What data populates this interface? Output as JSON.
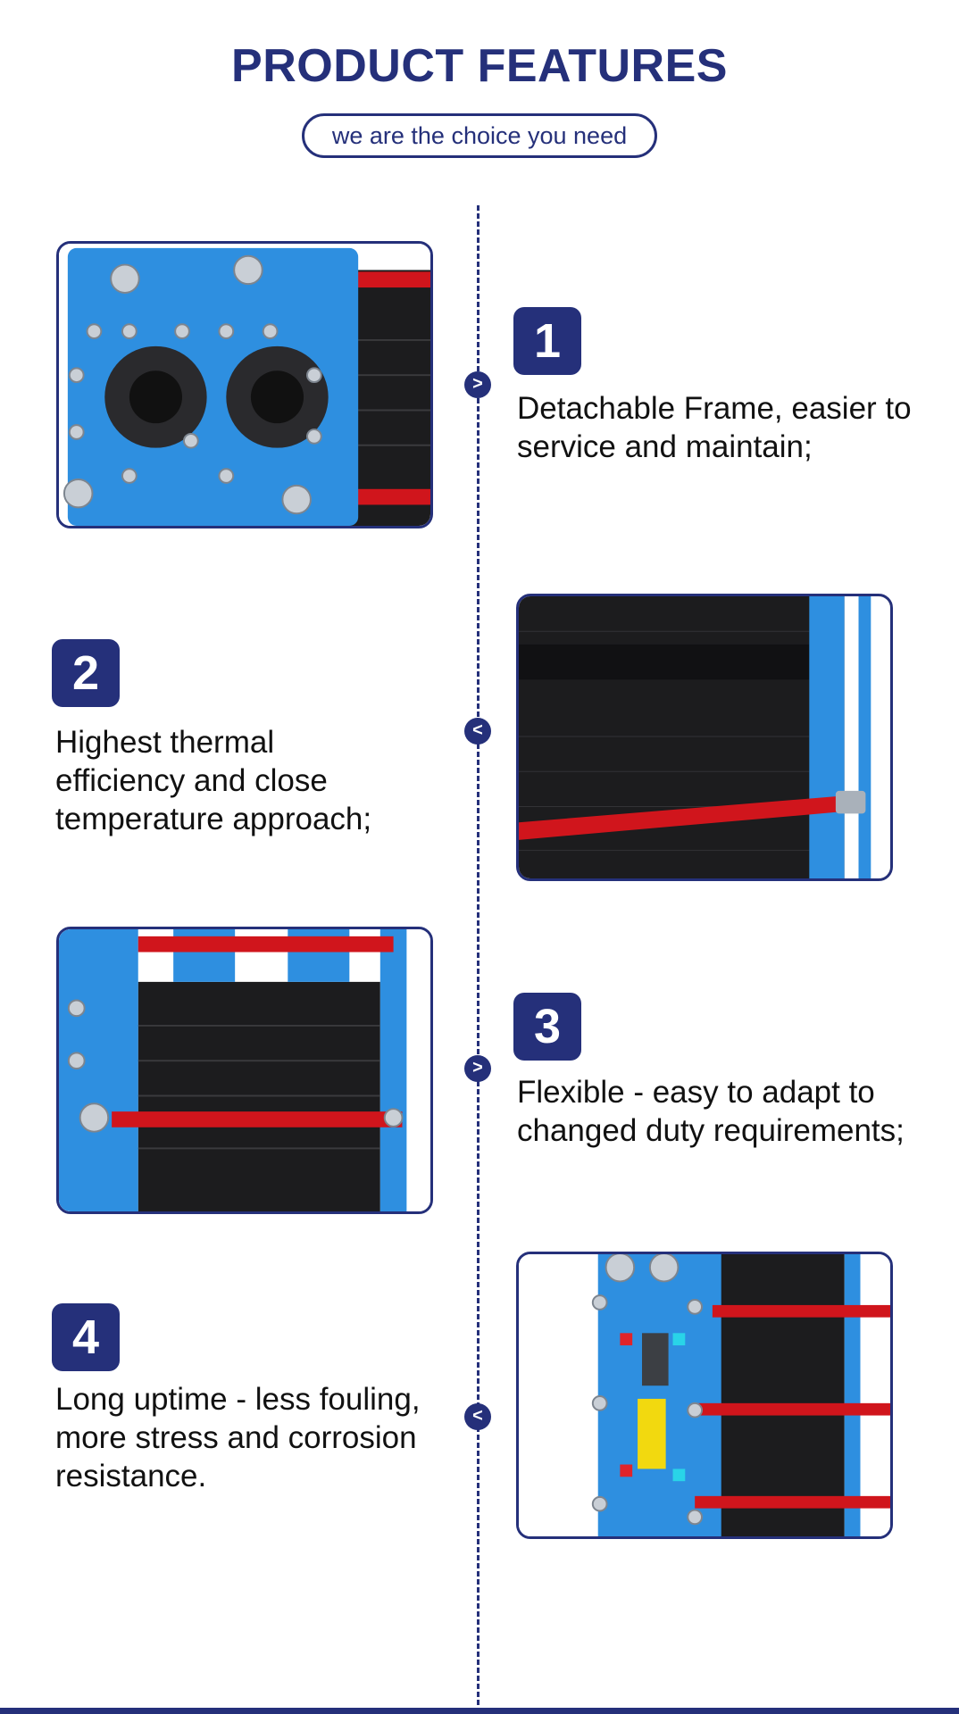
{
  "header": {
    "title": "PRODUCT FEATURES",
    "subtitle": "we are the choice you need"
  },
  "features": [
    {
      "number": "1",
      "text": "Detachable Frame, easier to service and maintain;",
      "arrow": ">"
    },
    {
      "number": "2",
      "text": "Highest thermal efficiency and close temperature approach;",
      "arrow": "<"
    },
    {
      "number": "3",
      "text": "Flexible - easy to adapt to changed duty requirements;",
      "arrow": ">"
    },
    {
      "number": "4",
      "text": "Long uptime - less fouling, more stress and corrosion resistance.",
      "arrow": "<"
    }
  ],
  "colors": {
    "brand_navy": "#25307a",
    "frame_blue": "#2e8fe0",
    "plate_black": "#1c1c1e",
    "bar_red": "#d0151c"
  },
  "icons": [
    "chevron-right-icon",
    "chevron-left-icon"
  ]
}
